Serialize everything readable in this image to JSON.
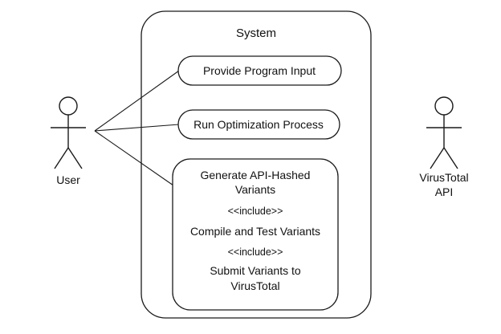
{
  "diagram": {
    "system": {
      "title": "System"
    },
    "usecases": {
      "provide_input": "Provide Program Input",
      "run_optimization": "Run Optimization Process",
      "generate_line1": "Generate API-Hashed",
      "generate_line2": "Variants",
      "include_1": "<<include>>",
      "compile": "Compile and Test Variants",
      "include_2": "<<include>>",
      "submit_line1": "Submit Variants to",
      "submit_line2": "VirusTotal"
    },
    "actors": {
      "user": "User",
      "virustotal_line1": "VirusTotal",
      "virustotal_line2": "API"
    },
    "colors": {
      "stroke": "#1a1a1a",
      "background": "#ffffff"
    }
  }
}
